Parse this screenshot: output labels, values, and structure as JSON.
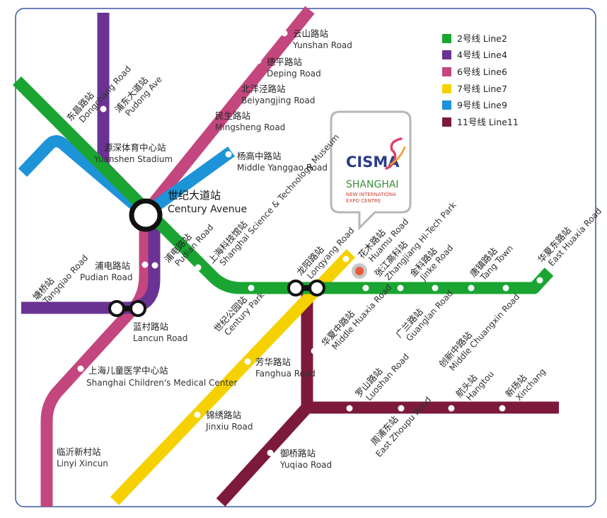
{
  "legend": [
    {
      "id": "line2",
      "label": "2号线  Line2",
      "color": "#1aa532"
    },
    {
      "id": "line4",
      "label": "4号线  Line4",
      "color": "#6a3393"
    },
    {
      "id": "line6",
      "label": "6号线  Line6",
      "color": "#c4467f"
    },
    {
      "id": "line7",
      "label": "7号线  Line7",
      "color": "#f6d100"
    },
    {
      "id": "line9",
      "label": "9号线  Line9",
      "color": "#1d93d8"
    },
    {
      "id": "line11",
      "label": "11号线  Line11",
      "color": "#7d1a3c"
    }
  ],
  "hub": {
    "zh": "世纪大道站",
    "en": "Century Avenue"
  },
  "venue": {
    "brand": "CISMA",
    "city": "SHANGHAI",
    "venue_line1": "NEW INTERNATIONA",
    "venue_line2": "EXPO CENTRE"
  },
  "stations": {
    "yunshan": {
      "zh": "云山路站",
      "en": "Yunshan Road"
    },
    "deping": {
      "zh": "德平路站",
      "en": "Deping Road"
    },
    "beiyangjing": {
      "zh": "北洋泾路站",
      "en": "Beiyangjing Road"
    },
    "mingsheng": {
      "zh": "民生路站",
      "en": "Mingsheng Road"
    },
    "yuanshen": {
      "zh": "源深体育中心站",
      "en": "Yuanshen Stadium"
    },
    "middle_yanggao": {
      "zh": "杨高中路站",
      "en": "Middle Yanggao Road"
    },
    "dongchang": {
      "zh": "东昌路站",
      "en": "Dongchang Road"
    },
    "pudong_ave": {
      "zh": "浦东大道站",
      "en": "Pudong Ave"
    },
    "pudian": {
      "zh": "浦电路站",
      "en": "Pudian Road"
    },
    "pudian9": {
      "zh": "浦电路站",
      "en": "Pudian Road"
    },
    "shstm": {
      "zh": "上海科技馆站",
      "en": "Shanghai Science & Technology Museum"
    },
    "tangqiao": {
      "zh": "塘桥站",
      "en": "Tangqiao Road"
    },
    "lancun": {
      "zh": "蓝村路站",
      "en": "Lancun Road"
    },
    "century_park": {
      "zh": "世纪公园站",
      "en": "Century Park"
    },
    "longyang": {
      "zh": "龙阳路站",
      "en": "Longyang Road"
    },
    "huamu": {
      "zh": "花木路站",
      "en": "Huamu Road"
    },
    "zhangjiang": {
      "zh": "张江高科站",
      "en": "Zhangjiang Hi-Tech Park"
    },
    "jinke": {
      "zh": "金科路站",
      "en": "Jinke Road"
    },
    "tangzhen": {
      "zh": "唐镇路站",
      "en": "Tang Town"
    },
    "east_huaxia": {
      "zh": "华夏东路站",
      "en": "East Huaxia Road"
    },
    "middle_huaxia": {
      "zh": "华夏中路站",
      "en": "Middle Huaxia Road"
    },
    "guanglan": {
      "zh": "广兰路站",
      "en": "Guanglan Road"
    },
    "chuangxin": {
      "zh": "创新中路站",
      "en": "Middle Chuangxin Road"
    },
    "children": {
      "zh": "上海儿童医学中心站",
      "en": "Shanghai Children's Medical Center"
    },
    "fanghua": {
      "zh": "芳华路站",
      "en": "Fanghua Road"
    },
    "jinxiu": {
      "zh": "锦绣路站",
      "en": "Jinxiu Road"
    },
    "linyi": {
      "zh": "临沂新村站",
      "en": "Linyi Xincun"
    },
    "luoshan": {
      "zh": "罗山路站",
      "en": "Luoshan Road"
    },
    "zhoupu": {
      "zh": "周浦东站",
      "en": "East Zhoupu Road"
    },
    "hangtou": {
      "zh": "航头站",
      "en": "Hangtou"
    },
    "xinchang": {
      "zh": "新场站",
      "en": "Xinchang"
    },
    "yuqiao": {
      "zh": "御桥路站",
      "en": "Yuqiao Road"
    }
  }
}
